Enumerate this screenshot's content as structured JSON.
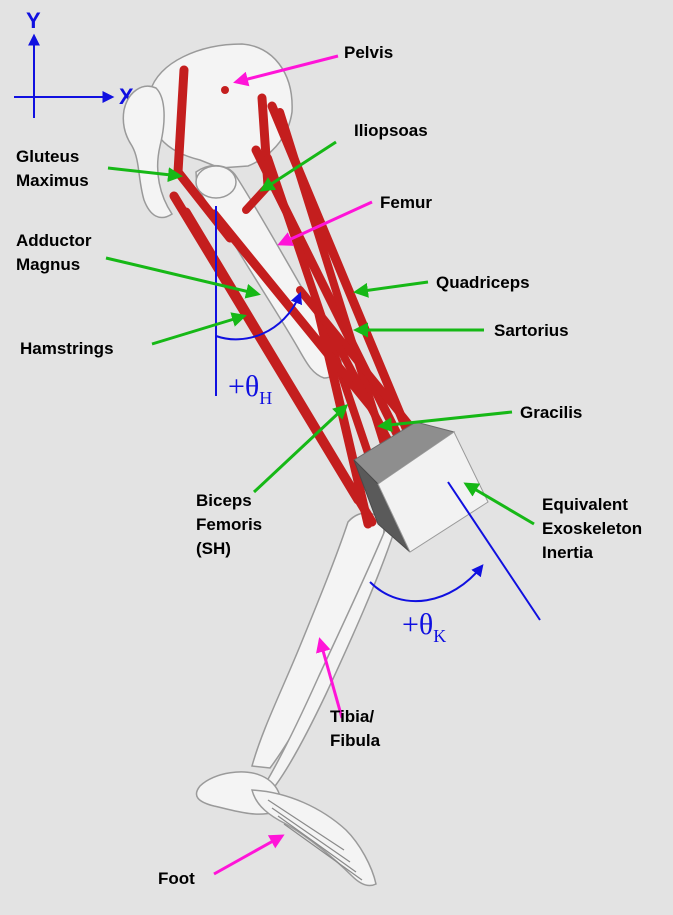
{
  "axes": {
    "y_label": "Y",
    "x_label": "X"
  },
  "angles": {
    "hip": {
      "symbol": "+θ",
      "subscript": "H"
    },
    "knee": {
      "symbol": "+θ",
      "subscript": "K"
    }
  },
  "labels": {
    "pelvis": "Pelvis",
    "iliopsoas": "Iliopsoas",
    "gluteus": [
      "Gluteus",
      "Maximus"
    ],
    "femur": "Femur",
    "adductor": [
      "Adductor",
      "Magnus"
    ],
    "quadriceps": "Quadriceps",
    "sartorius": "Sartorius",
    "hamstrings": "Hamstrings",
    "gracilis": "Gracilis",
    "biceps": [
      "Biceps",
      "Femoris",
      "(SH)"
    ],
    "exo": [
      "Equivalent",
      "Exoskeleton",
      "Inertia"
    ],
    "tibia": [
      "Tibia/",
      "Fibula"
    ],
    "foot": "Foot"
  },
  "colors": {
    "background": "#e3e3e3",
    "muscle": "#c41e1e",
    "bone": "#f4f4f4",
    "bone_edge": "#9a9a9a",
    "muscle_arrow": "#16b816",
    "bone_arrow": "#ff14d8",
    "axis": "#1010e0",
    "box_front": "#f2f2f2",
    "box_top": "#8e8e8e",
    "box_side": "#5a5a5a"
  }
}
